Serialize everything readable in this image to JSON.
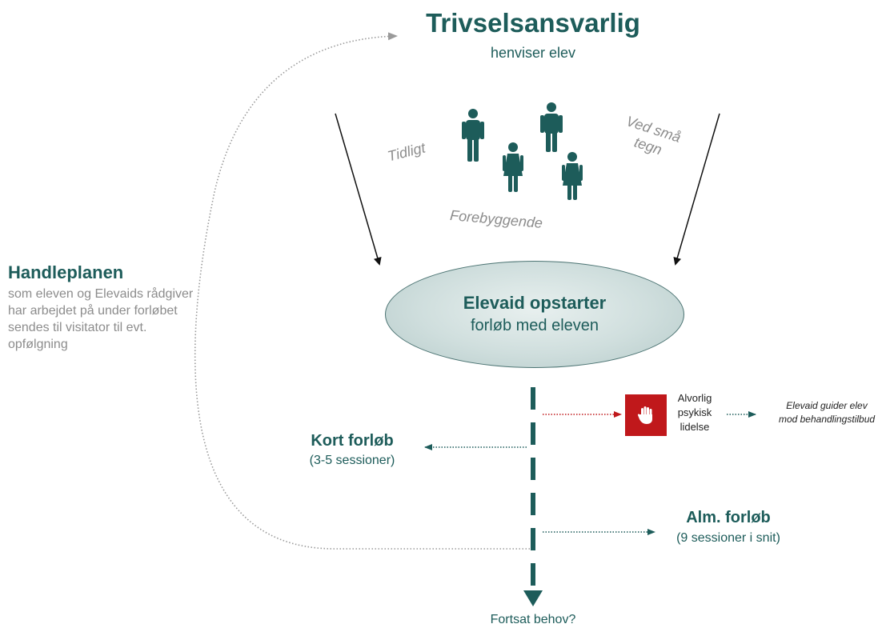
{
  "header": {
    "title": "Trivselsansvarlig",
    "subtitle": "henviser elev"
  },
  "tags": {
    "early": "Tidligt",
    "small_signs_line1": "Ved små",
    "small_signs_line2": "tegn",
    "preventive": "Forebyggende"
  },
  "plan": {
    "title": "Handleplanen",
    "body": "som eleven og Elevaids rådgiver har arbejdet på under forløbet sendes til visitator til evt. opfølgning"
  },
  "center": {
    "title": "Elevaid opstarter",
    "subtitle": "forløb med eleven"
  },
  "serious": {
    "line1": "Alvorlig",
    "line2": "psykisk",
    "line3": "lidelse",
    "guide_line1": "Elevaid guider elev",
    "guide_line2": "mod behandlingstilbud"
  },
  "short_course": {
    "title": "Kort forløb",
    "subtitle": "(3-5 sessioner)"
  },
  "regular_course": {
    "title": "Alm. forløb",
    "subtitle": "(9 sessioner i snit)"
  },
  "footer": {
    "continued_need": "Fortsat behov?"
  },
  "icons": {
    "people": "person-icon",
    "stop": "stop-hand-icon"
  },
  "colors": {
    "accent": "#1d5c5a",
    "muted_text": "#8c8c8c",
    "alert": "#c0181b"
  }
}
